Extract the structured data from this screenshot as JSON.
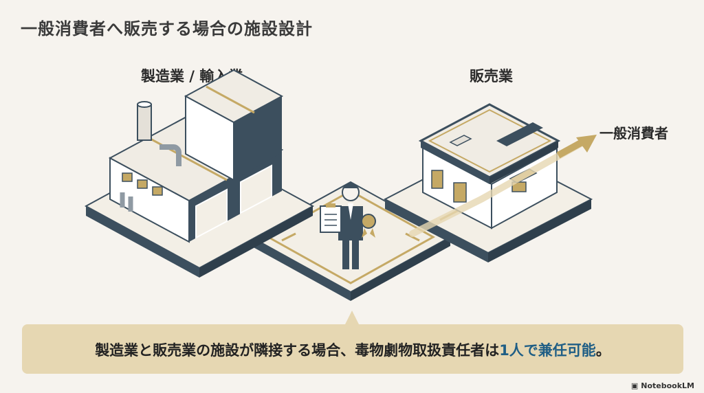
{
  "title": "一般消費者へ販売する場合の施設設計",
  "labels": {
    "factory": "製造業 / 輸入業",
    "shop": "販売業",
    "consumer": "一般消費者"
  },
  "callout": {
    "text_pre": "製造業と販売業の施設が隣接する場合、毒物劇物取扱責任者は",
    "text_highlight": "1人で兼任可能",
    "text_post": "。"
  },
  "watermark": "NotebookLM",
  "colors": {
    "background": "#f6f3ee",
    "navy": "#3c4f5e",
    "gold": "#c5a965",
    "callout": "#e6d7b2",
    "highlight": "#1f5e85"
  },
  "icons": [
    "factory-illustration",
    "shop-illustration",
    "person-icon",
    "clipboard-icon",
    "badge-icon",
    "arrow-icon"
  ]
}
